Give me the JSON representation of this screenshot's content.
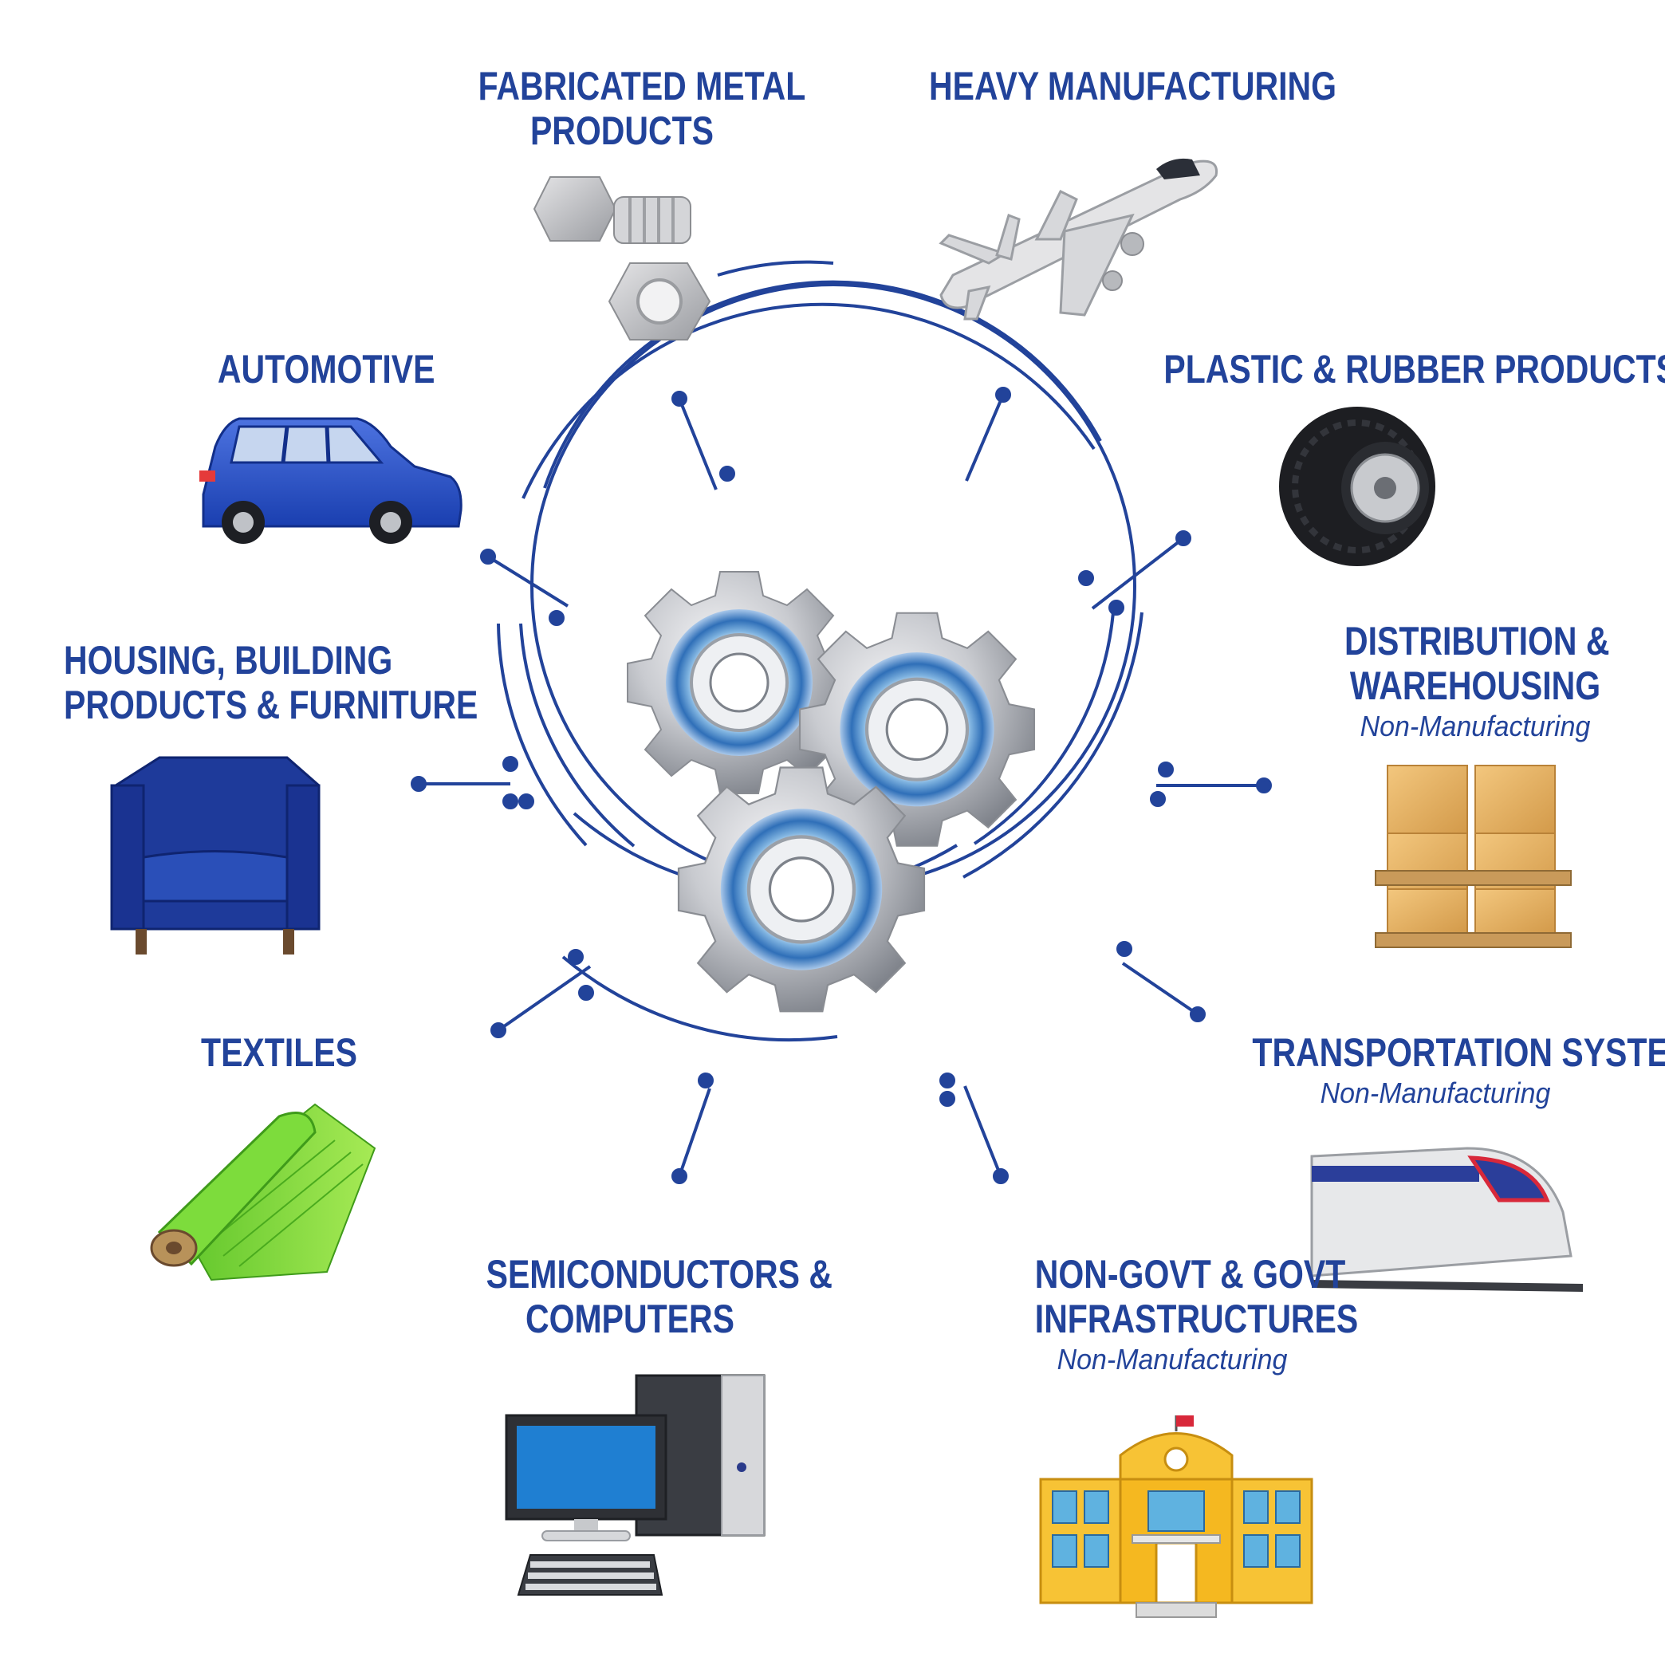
{
  "sectors": [
    {
      "id": "fabricated-metal",
      "lines": [
        "FABRICATED METAL",
        "PRODUCTS"
      ],
      "sub": "",
      "icon": "bolt-and-nut-icon"
    },
    {
      "id": "heavy-manufacturing",
      "lines": [
        "HEAVY MANUFACTURING"
      ],
      "sub": "",
      "icon": "airplane-icon"
    },
    {
      "id": "automotive",
      "lines": [
        "AUTOMOTIVE"
      ],
      "sub": "",
      "icon": "car-icon"
    },
    {
      "id": "plastic-rubber",
      "lines": [
        "PLASTIC & RUBBER PRODUCTS"
      ],
      "sub": "",
      "icon": "tire-icon"
    },
    {
      "id": "housing",
      "lines": [
        "HOUSING, BUILDING",
        "PRODUCTS & FURNITURE"
      ],
      "sub": "",
      "icon": "armchair-icon"
    },
    {
      "id": "distribution",
      "lines": [
        "DISTRIBUTION &",
        "WAREHOUSING"
      ],
      "sub": "Non-Manufacturing",
      "icon": "boxes-pallet-icon"
    },
    {
      "id": "textiles",
      "lines": [
        "TEXTILES"
      ],
      "sub": "",
      "icon": "fabric-roll-icon"
    },
    {
      "id": "transportation",
      "lines": [
        "TRANSPORTATION SYSTEMS"
      ],
      "sub": "Non-Manufacturing",
      "icon": "train-icon"
    },
    {
      "id": "semiconductors",
      "lines": [
        "SEMICONDUCTORS &",
        "COMPUTERS"
      ],
      "sub": "",
      "icon": "computer-icon"
    },
    {
      "id": "infrastructures",
      "lines": [
        "NON-GOVT & GOVT",
        "INFRASTRUCTURES"
      ],
      "sub": "Non-Manufacturing",
      "icon": "school-building-icon"
    }
  ],
  "center": {
    "icon": "gears-icon"
  },
  "colors": {
    "accent": "#22439a",
    "line": "#22439a"
  }
}
